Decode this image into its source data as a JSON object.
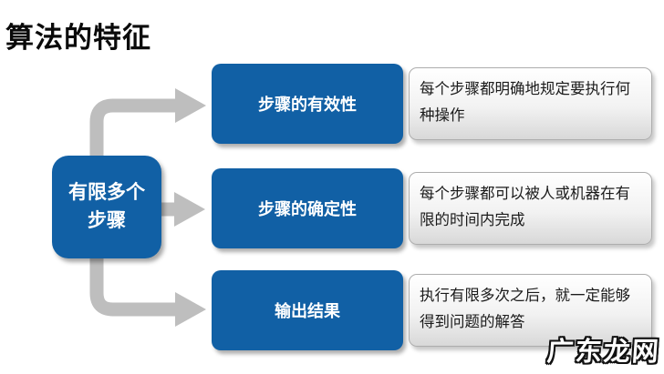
{
  "title": "算法的特征",
  "colors": {
    "box_blue": "#1160A5",
    "arrow_gray": "#BEBEBE",
    "desc_border": "#ADADAD",
    "desc_gradient_top": "#FFFFFF",
    "desc_gradient_bottom": "#D8D8D8",
    "text_dark": "#1B1B1B"
  },
  "diagram": {
    "source_box": {
      "label": "有限多个\n步骤"
    },
    "rows": [
      {
        "label": "步骤的有效性",
        "description": "每个步骤都明确地规定要执行何种操作"
      },
      {
        "label": "步骤的确定性",
        "description": "每个步骤都可以被人或机器在有限的时间内完成"
      },
      {
        "label": "输出结果",
        "description": "执行有限多次之后，就一定能够得到问题的解答"
      }
    ]
  },
  "watermark": "广东龙网"
}
